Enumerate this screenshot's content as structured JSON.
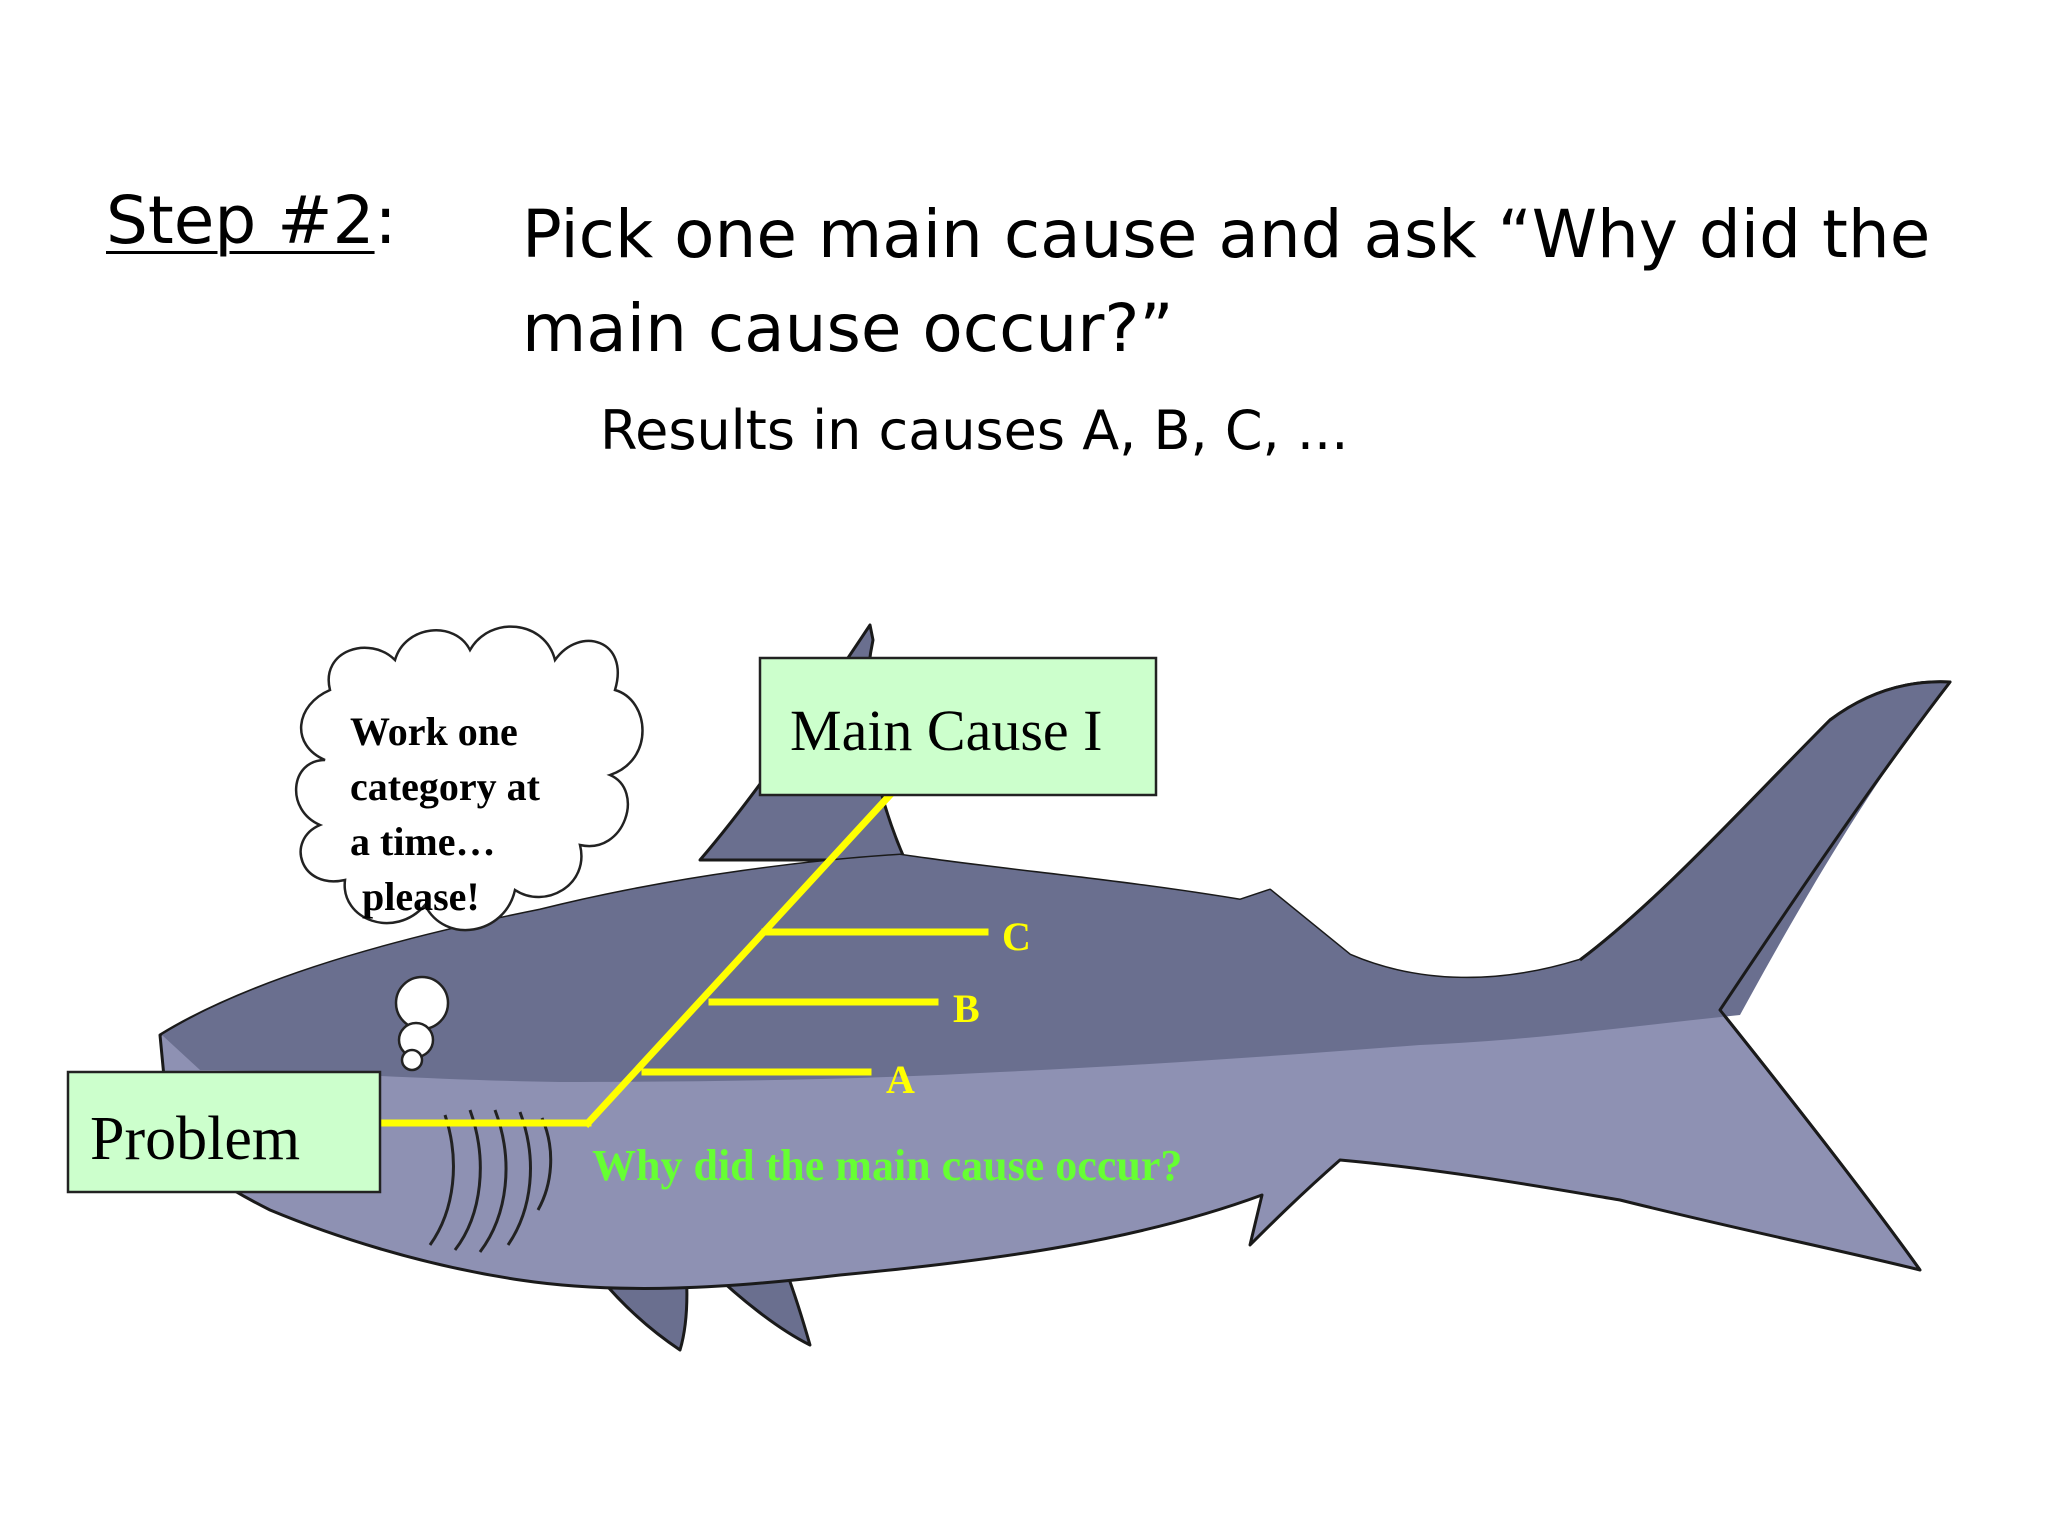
{
  "heading": {
    "step_label": "Step #2",
    "step_colon": ":",
    "step_line1": "Pick one main cause and ask “Why did the",
    "step_line2": "main cause occur?”",
    "results": "Results in causes A, B, C, ..."
  },
  "diagram": {
    "problem_label": "Problem",
    "main_cause_label": "Main Cause I",
    "sub_causes": [
      "A",
      "B",
      "C"
    ],
    "question": "Why did the main cause occur?",
    "thought_bubble": [
      "Work one",
      "category at",
      "a time…",
      "please!"
    ],
    "colors": {
      "box_fill": "#ccffcc",
      "bone": "#ffff00",
      "question_text": "#66ff33",
      "shark_dark": "#6a6f8f",
      "shark_light": "#8e91b3"
    }
  }
}
